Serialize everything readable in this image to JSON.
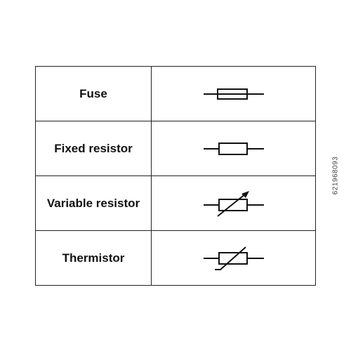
{
  "rows": [
    {
      "label": "Fuse",
      "symbol": "fuse-symbol"
    },
    {
      "label": "Fixed resistor",
      "symbol": "fixed-resistor-symbol"
    },
    {
      "label": "Variable resistor",
      "symbol": "variable-resistor-symbol"
    },
    {
      "label": "Thermistor",
      "symbol": "thermistor-symbol"
    }
  ],
  "side_id": "621968093",
  "colors": {
    "line": "#111111",
    "border": "#222222"
  }
}
